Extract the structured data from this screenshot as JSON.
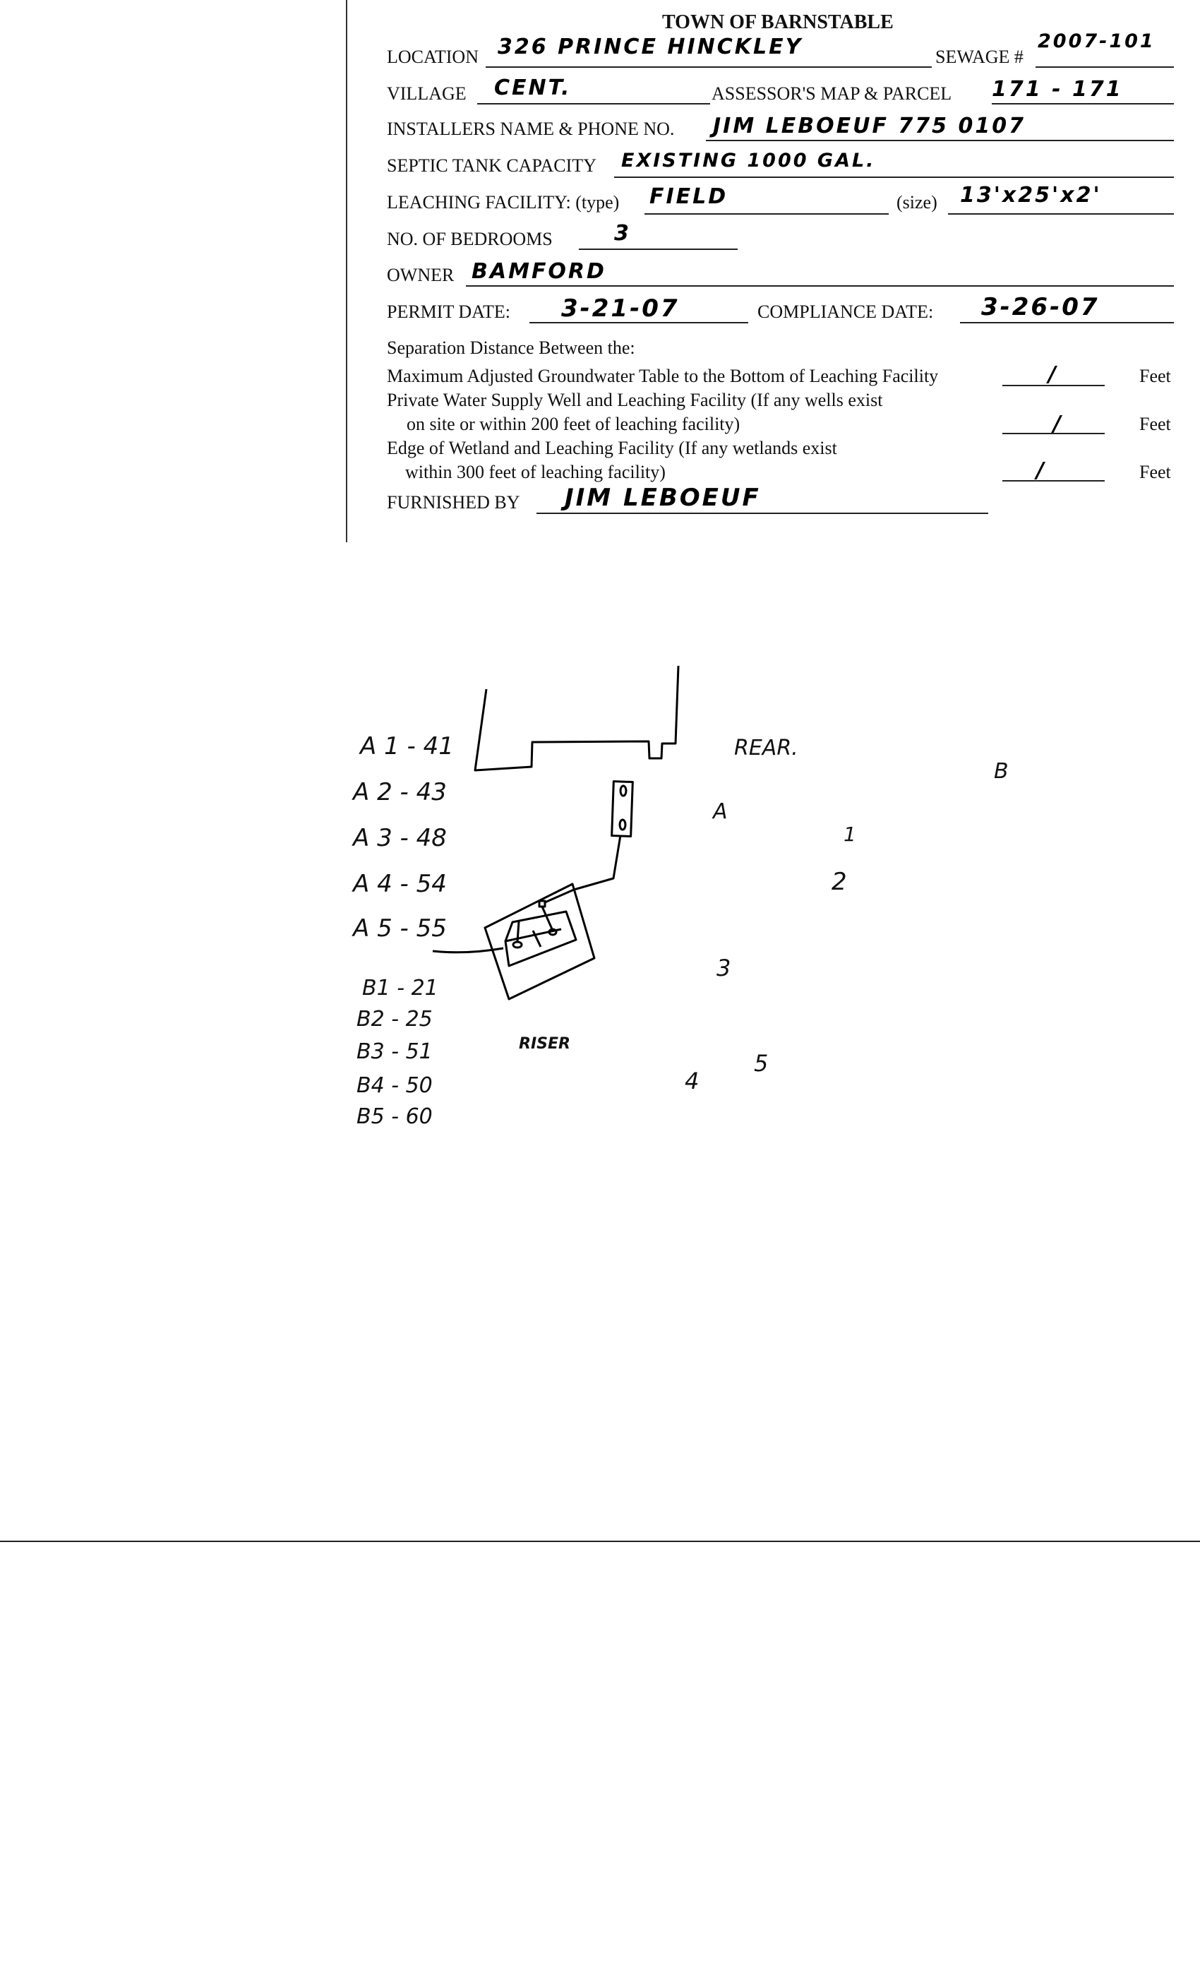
{
  "form": {
    "title": "TOWN OF BARNSTABLE",
    "location_label": "LOCATION",
    "location_value": "326 PRINCE HINCKLEY",
    "sewage_label": "SEWAGE #",
    "sewage_value": "2007-101",
    "village_label": "VILLAGE",
    "village_value": "CENT.",
    "map_parcel_label": "ASSESSOR'S MAP & PARCEL",
    "map_parcel_value": "171 - 171",
    "installer_label": "INSTALLERS NAME & PHONE NO.",
    "installer_value": "JIM LEBOEUF 775 0107",
    "septic_label": "SEPTIC TANK CAPACITY",
    "septic_value": "EXISTING 1000 GAL.",
    "leaching_label": "LEACHING FACILITY: (type)",
    "leaching_type_value": "FIELD",
    "size_label": "(size)",
    "size_value": "13'x25'x2'",
    "bedrooms_label": "NO. OF BEDROOMS",
    "bedrooms_value": "3",
    "owner_label": "OWNER",
    "owner_value": "BAMFORD",
    "permit_date_label": "PERMIT DATE:",
    "permit_date_value": "3-21-07",
    "compliance_date_label": "COMPLIANCE DATE:",
    "compliance_date_value": "3-26-07",
    "separation_heading": "Separation Distance Between the:",
    "sep1": "Maximum Adjusted Groundwater Table to the Bottom of Leaching Facility",
    "sep2a": "Private Water Supply Well and Leaching Facility (If any wells exist",
    "sep2b": "on site or within 200 feet of leaching facility)",
    "sep3a": "Edge of Wetland and Leaching Facility (If any wetlands exist",
    "sep3b": "within 300 feet of leaching facility)",
    "sep_value": "/",
    "feet_label": "Feet",
    "furnished_label": "FURNISHED BY",
    "furnished_value": "JIM LEBOEUF"
  },
  "sketch": {
    "rear_label": "REAR.",
    "corner_a": "A",
    "corner_b": "B",
    "point_1": "1",
    "point_2": "2",
    "point_3": "3",
    "point_4": "4",
    "point_5": "5",
    "riser_label": "RISER",
    "measurements_a": [
      "A 1 - 41",
      "A 2 - 43",
      "A 3 - 48",
      "A 4 - 54",
      "A 5 - 55"
    ],
    "measurements_b": [
      "B1 - 21",
      "B2 - 25",
      "B3 - 51",
      "B4 - 50",
      "B5 - 60"
    ]
  }
}
